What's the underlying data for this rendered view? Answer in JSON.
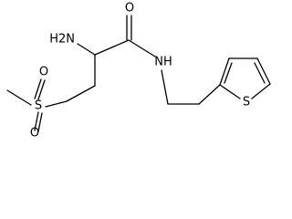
{
  "structure": {
    "atoms": {
      "carbonyl_oxygen": "O",
      "amine": "H2N",
      "amide_nitrogen": "NH",
      "sulfonyl_sulfur": "S",
      "sulfonyl_oxygen_top": "O",
      "sulfonyl_oxygen_bottom": "O",
      "thiophene_sulfur": "S"
    }
  }
}
